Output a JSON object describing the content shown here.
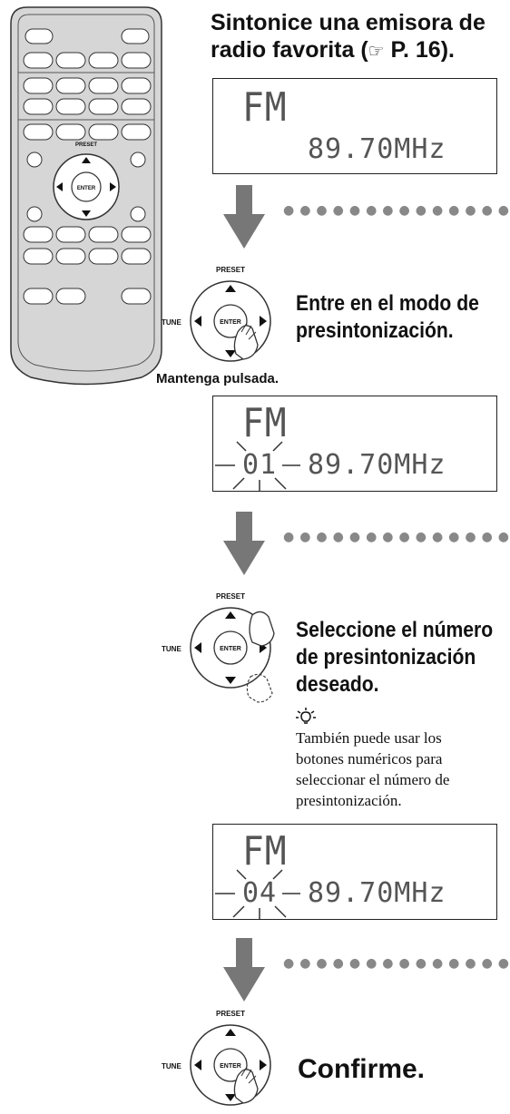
{
  "step1": {
    "title_line1": "Sintonice una emisora de",
    "title_line2_prefix": "radio favorita (",
    "title_ref_icon": "☞",
    "title_ref": " P. 16)."
  },
  "display1": {
    "band": "FM",
    "freq": "89.70MHz"
  },
  "step2": {
    "title_line1": "Entre en el modo de",
    "title_line2": "presintonización.",
    "hold_label": "Mantenga pulsada."
  },
  "display2": {
    "band": "FM",
    "preset": "01",
    "freq": "89.70MHz"
  },
  "step3": {
    "title_line1": "Seleccione el número",
    "title_line2": "de presintonización",
    "title_line3": "deseado.",
    "tip_icon": "lightbulb-icon",
    "tip_line1": "También puede usar los",
    "tip_line2": "botones numéricos para",
    "tip_line3": "seleccionar el número de",
    "tip_line4": "presintonización."
  },
  "display3": {
    "band": "FM",
    "preset": "04",
    "freq": "89.70MHz"
  },
  "step4": {
    "title": "Confirme."
  },
  "pad_labels": {
    "preset": "PRESET",
    "tune": "TUNE",
    "enter": "ENTER"
  },
  "colors": {
    "remote_body": "#d6d6d6",
    "arrow_gray": "#777777",
    "lcd_text": "#555555"
  }
}
